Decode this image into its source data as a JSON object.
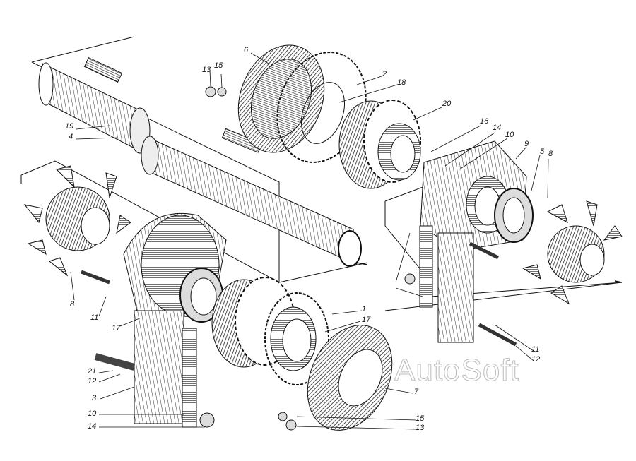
{
  "watermark": "AutoSoft",
  "callouts": {
    "c6": "6",
    "c15a": "15",
    "c13a": "13",
    "c2": "2",
    "c18": "18",
    "c20": "20",
    "c19": "19",
    "c4": "4",
    "c16": "16",
    "c14a": "14",
    "c10a": "10",
    "c9": "9",
    "c5": "5",
    "c8a": "8",
    "c8b": "8",
    "c11a": "11",
    "c17a": "17",
    "c1": "1",
    "c17b": "17",
    "c21": "21",
    "c12a": "12",
    "c3": "3",
    "c10b": "10",
    "c14b": "14",
    "c7": "7",
    "c15b": "15",
    "c13b": "13",
    "c11b": "11",
    "c12b": "12"
  }
}
